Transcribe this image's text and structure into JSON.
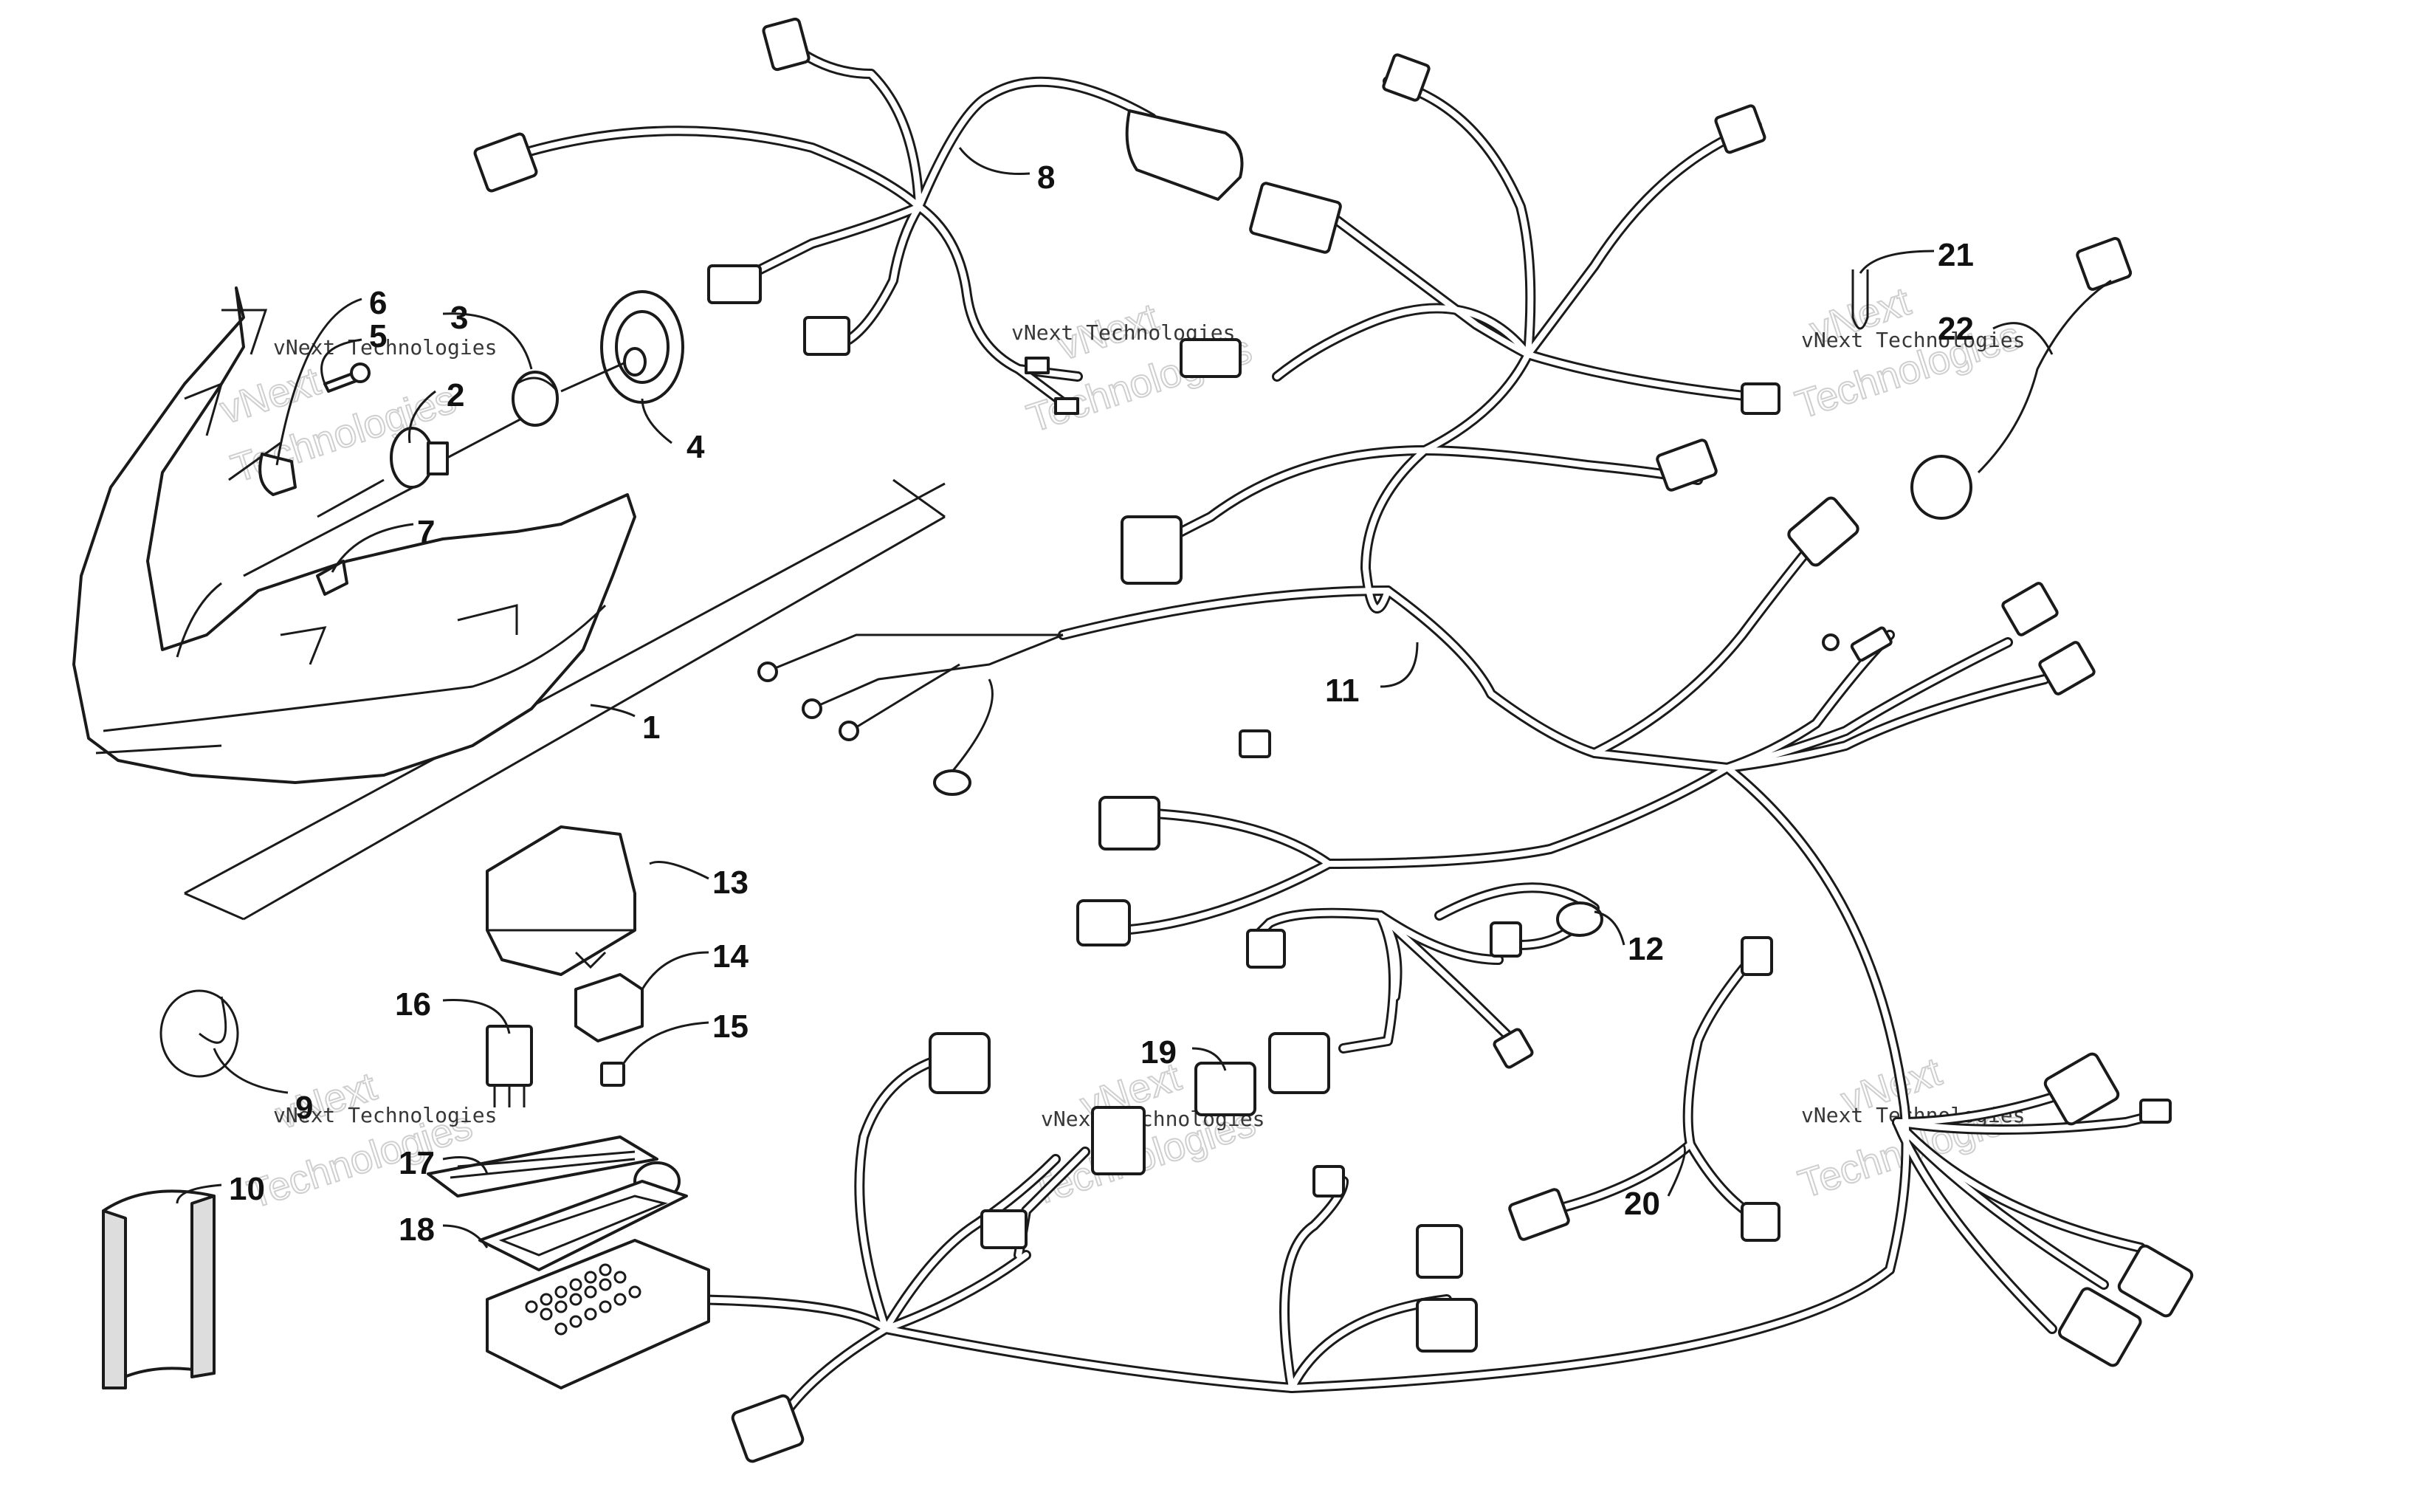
{
  "watermark": {
    "brand": "vNext Technologies",
    "line1": "vNext",
    "line2": "Technologies"
  },
  "callouts": {
    "c1": "1",
    "c2": "2",
    "c3": "3",
    "c4": "4",
    "c5": "5",
    "c6": "6",
    "c7": "7",
    "c8": "8",
    "c9": "9",
    "c10": "10",
    "c11": "11",
    "c12": "12",
    "c13": "13",
    "c14": "14",
    "c15": "15",
    "c16": "16",
    "c17": "17",
    "c18": "18",
    "c19": "19",
    "c20": "20",
    "c21": "21",
    "c22": "22"
  }
}
